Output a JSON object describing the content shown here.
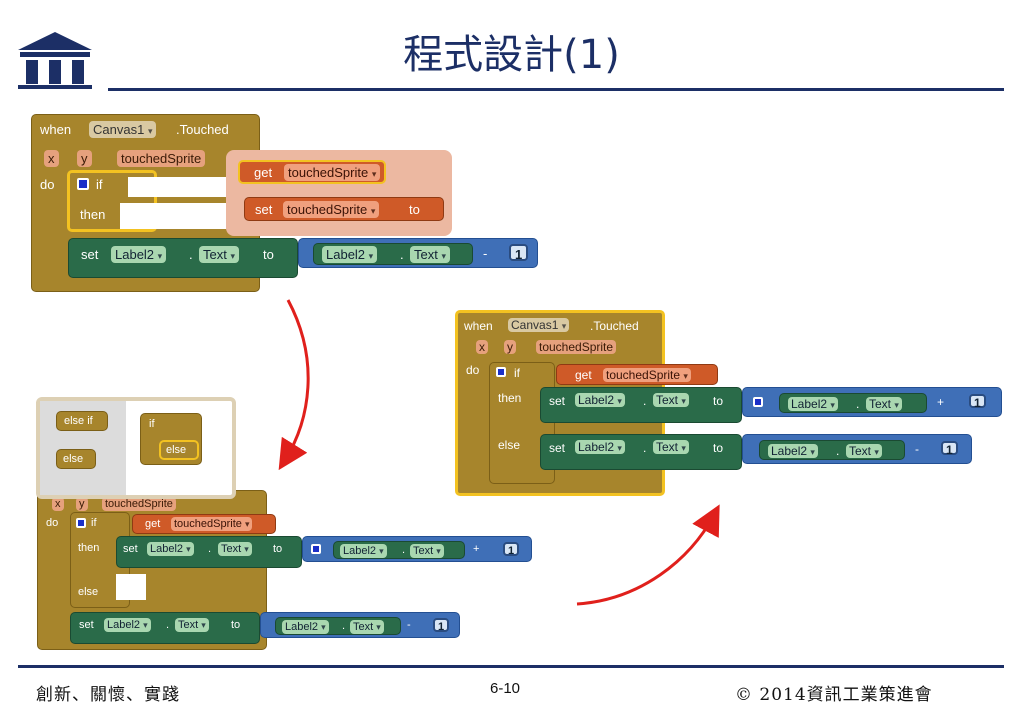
{
  "slide": {
    "title": "程式設計(1)",
    "footer_left": "創新、關懷、實踐",
    "page_number": "6-10",
    "footer_right": "© 2014資訊工業策進會",
    "logo_icon": "institute-building-icon"
  },
  "labels": {
    "when": "when",
    "event": ".Touched",
    "component": "Canvas1",
    "x": "x",
    "y": "y",
    "touched_sprite": "touchedSprite",
    "do": "do",
    "if": "if",
    "then": "then",
    "else": "else",
    "else_if": "else if",
    "set": "set",
    "get": "get",
    "to": "to",
    "dot": ".",
    "label2": "Label2",
    "text": "Text",
    "minus": "-",
    "plus": "+",
    "one": "1",
    "dropdown": "▾",
    "partial_sprite": "touchedSprite"
  },
  "colors": {
    "event_block": "#a7852c",
    "set_block": "#2a6b49",
    "math_block": "#3f6fb7",
    "variable_block": "#cf5a28",
    "arrow": "#e0201c",
    "title": "#1c2f66"
  }
}
